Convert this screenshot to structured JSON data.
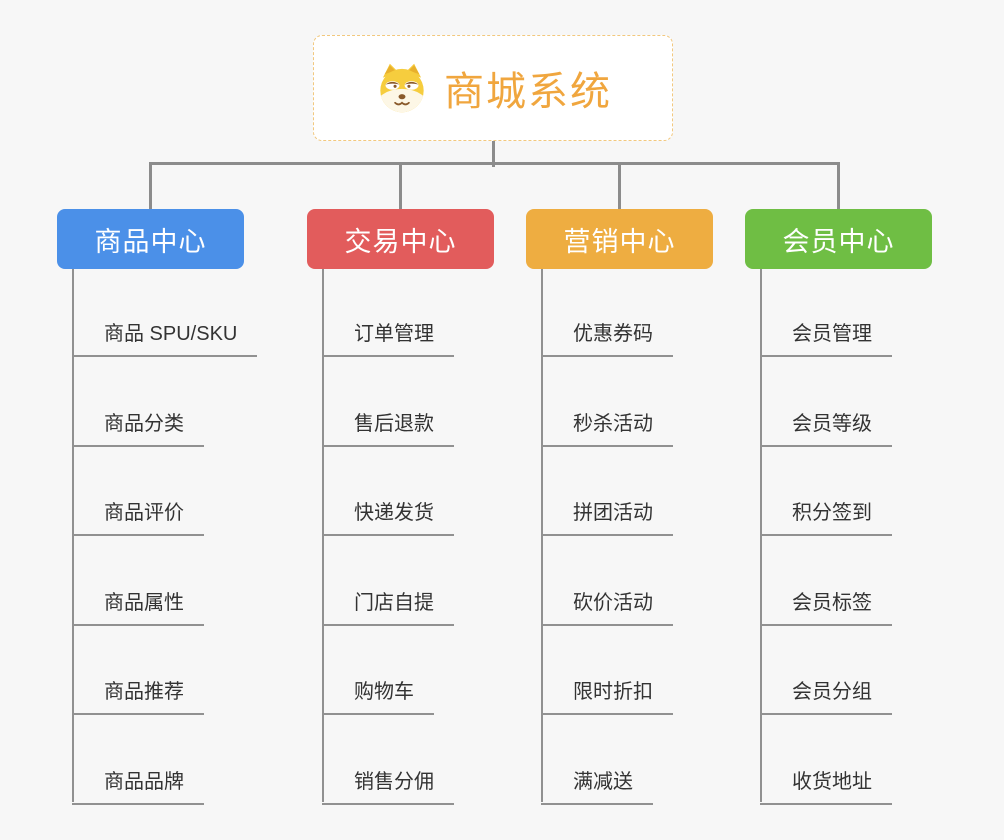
{
  "root": {
    "title": "商城系统",
    "icon": "doge-icon"
  },
  "colors": {
    "root_title": "#f0a63e",
    "root_border": "#f2c87e",
    "connector": "#8c8c8c",
    "leaf_text": "#333333",
    "background": "#f7f7f7"
  },
  "branches": [
    {
      "label": "商品中心",
      "color": "#4b90e8",
      "items": [
        "商品 SPU/SKU",
        "商品分类",
        "商品评价",
        "商品属性",
        "商品推荐",
        "商品品牌"
      ]
    },
    {
      "label": "交易中心",
      "color": "#e25c5c",
      "items": [
        "订单管理",
        "售后退款",
        "快递发货",
        "门店自提",
        "购物车",
        "销售分佣"
      ]
    },
    {
      "label": "营销中心",
      "color": "#eead41",
      "items": [
        "优惠券码",
        "秒杀活动",
        "拼团活动",
        "砍价活动",
        "限时折扣",
        "满减送"
      ]
    },
    {
      "label": "会员中心",
      "color": "#6fbe44",
      "items": [
        "会员管理",
        "会员等级",
        "积分签到",
        "会员标签",
        "会员分组",
        "收货地址"
      ]
    }
  ]
}
